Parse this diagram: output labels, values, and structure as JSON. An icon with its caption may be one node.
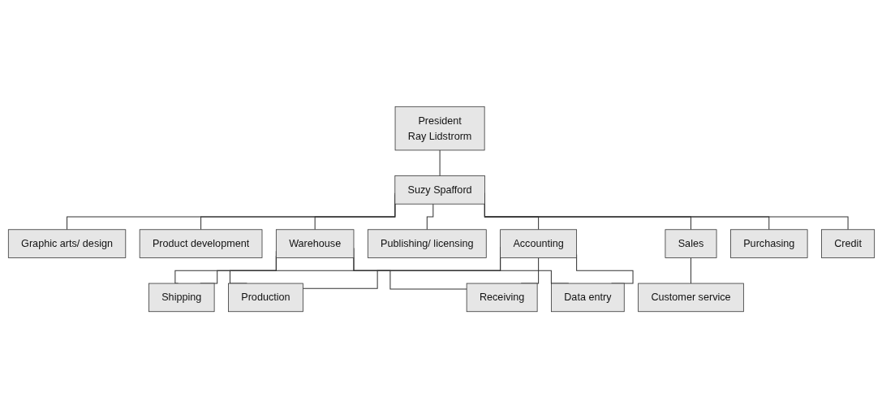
{
  "diagram": {
    "nodes": [
      {
        "text": [
          "President",
          "Ray Lidstrorm"
        ]
      },
      {
        "text": [
          "Suzy Spafford"
        ]
      },
      {
        "text": [
          "Graphic arts/ design"
        ]
      },
      {
        "text": [
          "Product development"
        ]
      },
      {
        "text": [
          "Warehouse"
        ]
      },
      {
        "text": [
          "Publishing/ licensing"
        ]
      },
      {
        "text": [
          "Accounting"
        ]
      },
      {
        "text": [
          "Sales"
        ]
      },
      {
        "text": [
          "Purchasing"
        ]
      },
      {
        "text": [
          "Credit"
        ]
      },
      {
        "text": [
          "Shipping"
        ]
      },
      {
        "text": [
          "Production"
        ]
      },
      {
        "text": [
          "Receiving"
        ]
      },
      {
        "text": [
          "Data entry"
        ]
      },
      {
        "text": [
          "Customer service"
        ]
      }
    ],
    "edges": [
      {
        "from": 0,
        "to": 1,
        "arrow": "none"
      },
      {
        "from": 1,
        "to": 2,
        "arrow": "none"
      },
      {
        "from": 1,
        "to": 3,
        "arrow": "none"
      },
      {
        "from": 1,
        "to": 4,
        "arrow": "none"
      },
      {
        "from": 1,
        "to": 5,
        "arrow": "none"
      },
      {
        "from": 1,
        "to": 6,
        "arrow": "none"
      },
      {
        "from": 1,
        "to": 8,
        "arrow": "none"
      },
      {
        "from": 1,
        "to": 9,
        "arrow": "none"
      },
      {
        "from": 1,
        "to": 7,
        "arrow": "none"
      },
      {
        "from": 4,
        "to": 10,
        "arrow": "none"
      },
      {
        "from": 4,
        "to": 11,
        "arrow": "none"
      },
      {
        "from": 4,
        "to": 12,
        "arrow": "none"
      },
      {
        "from": 4,
        "to": 13,
        "arrow": "none"
      },
      {
        "from": 6,
        "to": 10,
        "arrow": "none"
      },
      {
        "from": 6,
        "to": 11,
        "arrow": "none"
      },
      {
        "from": 6,
        "to": 12,
        "arrow": "none"
      },
      {
        "from": 6,
        "to": 13,
        "arrow": "none"
      },
      {
        "from": 7,
        "to": 14,
        "arrow": "none"
      }
    ]
  }
}
